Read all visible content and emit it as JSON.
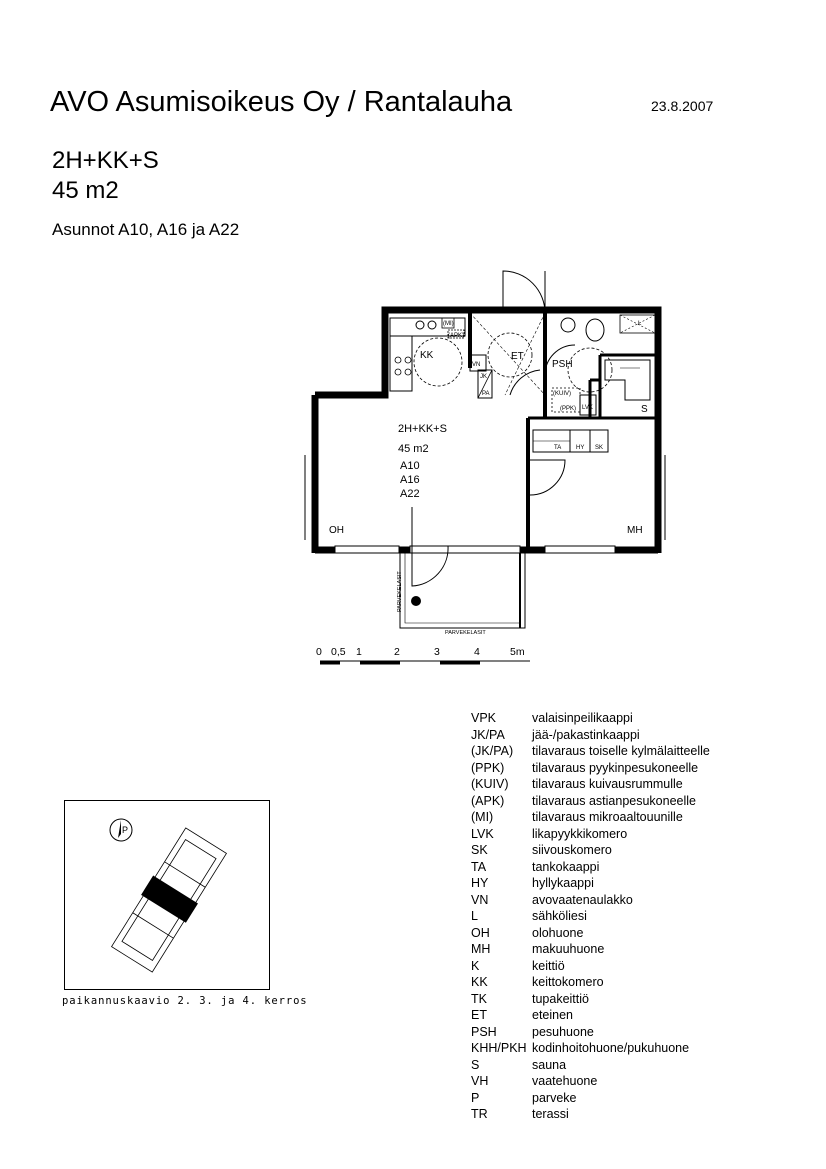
{
  "header": {
    "title": "AVO Asumisoikeus Oy / Rantalauha",
    "date": "23.8.2007",
    "apartment_type": "2H+KK+S",
    "area": "45 m2",
    "units": "Asunnot A10, A16 ja A22"
  },
  "plan": {
    "center_labels": {
      "type": "2H+KK+S",
      "area": "45 m2",
      "unit1": "A10",
      "unit2": "A16",
      "unit3": "A22"
    },
    "rooms": {
      "oh": "OH",
      "mh": "MH",
      "kk": "KK",
      "et": "ET",
      "psh": "PSH",
      "s": "S"
    },
    "fixtures": {
      "vn": "VN",
      "jk": "JK",
      "pa": "PA",
      "ta": "TA",
      "hy": "HY",
      "sk": "SK",
      "kuiv": "(KUIV)",
      "ppk": "(PPK)",
      "lvk": "LVK",
      "apk": "(APK)",
      "mi": "(MI)",
      "l": "L"
    },
    "balcony_glass_vertical": "PARVEKELASIT",
    "balcony_glass_horizontal": "PARVEKELASIT",
    "scale": [
      "0",
      "0,5",
      "1",
      "2",
      "3",
      "4",
      "5m"
    ]
  },
  "legend": [
    {
      "abbr": "VPK",
      "desc": "valaisinpeilikaappi"
    },
    {
      "abbr": "JK/PA",
      "desc": "jää-/pakastinkaappi"
    },
    {
      "abbr": "(JK/PA)",
      "desc": "tilavaraus toiselle kylmälaitteelle"
    },
    {
      "abbr": "(PPK)",
      "desc": "tilavaraus pyykinpesukoneelle"
    },
    {
      "abbr": "(KUIV)",
      "desc": "tilavaraus kuivausrummulle"
    },
    {
      "abbr": "(APK)",
      "desc": "tilavaraus astianpesukoneelle"
    },
    {
      "abbr": "(MI)",
      "desc": "tilavaraus mikroaaltouunille"
    },
    {
      "abbr": "LVK",
      "desc": "likapyykkikomero"
    },
    {
      "abbr": "SK",
      "desc": "siivouskomero"
    },
    {
      "abbr": "TA",
      "desc": "tankokaappi"
    },
    {
      "abbr": "HY",
      "desc": "hyllykaappi"
    },
    {
      "abbr": "VN",
      "desc": "avovaatenaulakko"
    },
    {
      "abbr": "L",
      "desc": "sähköliesi"
    },
    {
      "abbr": "OH",
      "desc": "olohuone"
    },
    {
      "abbr": "MH",
      "desc": "makuuhuone"
    },
    {
      "abbr": "K",
      "desc": "keittiö"
    },
    {
      "abbr": "KK",
      "desc": "keittokomero"
    },
    {
      "abbr": "TK",
      "desc": "tupakeittiö"
    },
    {
      "abbr": "ET",
      "desc": "eteinen"
    },
    {
      "abbr": "PSH",
      "desc": "pesuhuone"
    },
    {
      "abbr": "KHH/PKH",
      "desc": "kodinhoitohuone/pukuhuone"
    },
    {
      "abbr": "S",
      "desc": "sauna"
    },
    {
      "abbr": "VH",
      "desc": "vaatehuone"
    },
    {
      "abbr": "P",
      "desc": "parveke"
    },
    {
      "abbr": "TR",
      "desc": "terassi"
    }
  ],
  "keymap": {
    "north_label": "P",
    "caption": "paikannuskaavio 2. 3. ja 4. kerros"
  }
}
